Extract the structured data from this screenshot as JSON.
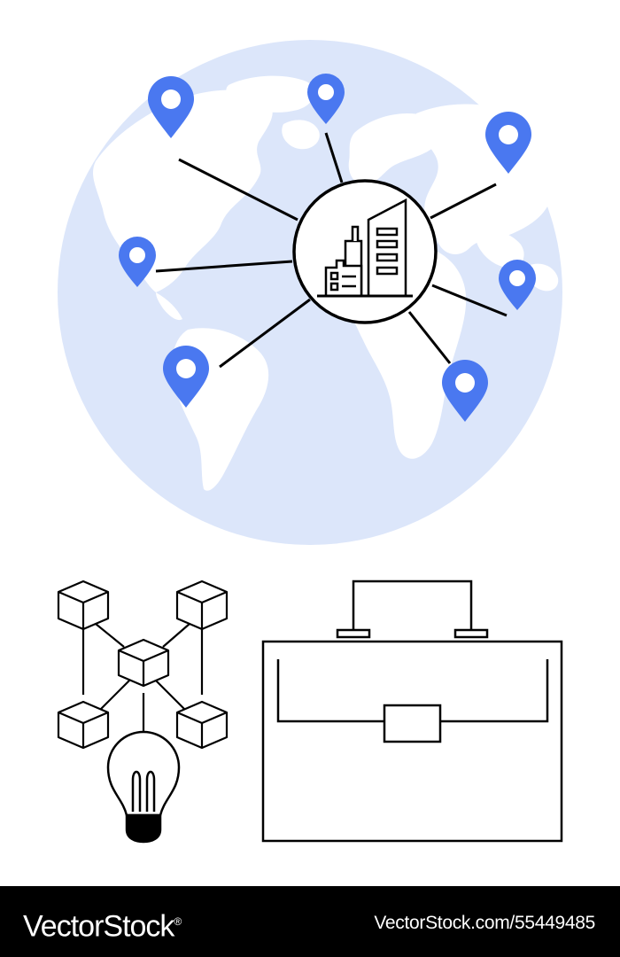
{
  "illustration": {
    "globe": {
      "icon": "globe-map-icon",
      "ocean_color": "#DCE6FA",
      "land_color": "#FFFFFF"
    },
    "hub": {
      "icon": "factory-buildings-icon",
      "stroke_color": "#000000"
    },
    "location_pins": {
      "icon": "location-pin-icon",
      "color": "#4A78F0",
      "count": 7
    },
    "blockchain": {
      "icon": "blockchain-cubes-icon"
    },
    "idea": {
      "icon": "lightbulb-icon"
    },
    "briefcase": {
      "icon": "briefcase-icon"
    }
  },
  "footer": {
    "brand": "VectorStock",
    "reg_mark": "®",
    "stock_id": "VectorStock.com/55449485",
    "background": "#000000",
    "text_color": "#FFFFFF"
  }
}
